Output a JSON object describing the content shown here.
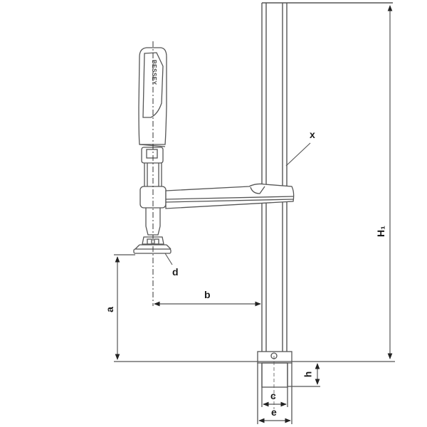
{
  "diagram": {
    "subject": "Table clamp technical drawing",
    "brand_on_handle": "BESSEY",
    "labels": {
      "x": "x",
      "d": "d",
      "b": "b",
      "a": "a",
      "h1": "H₁",
      "h": "h",
      "c": "c",
      "e": "e"
    },
    "colors": {
      "line": "#555555",
      "dim_line": "#6a6a6a",
      "text": "#1a1a1a",
      "background": "#ffffff"
    }
  }
}
